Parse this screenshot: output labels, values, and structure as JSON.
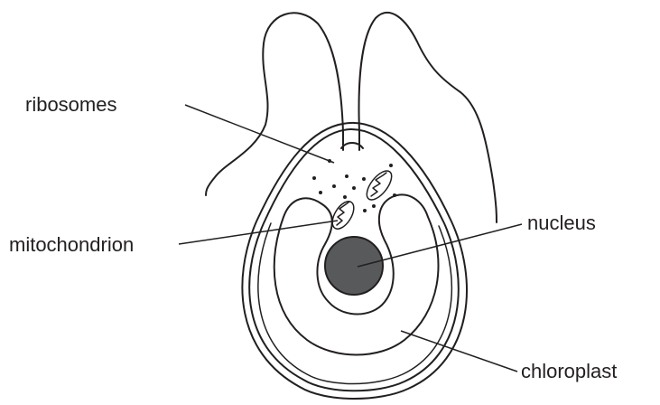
{
  "labels": {
    "ribosomes": "ribosomes",
    "mitochondrion": "mitochondrion",
    "nucleus": "nucleus",
    "chloroplast": "chloroplast"
  },
  "colors": {
    "ink": "#231f20",
    "nucleus_fill": "#58595b",
    "background": "#ffffff"
  }
}
